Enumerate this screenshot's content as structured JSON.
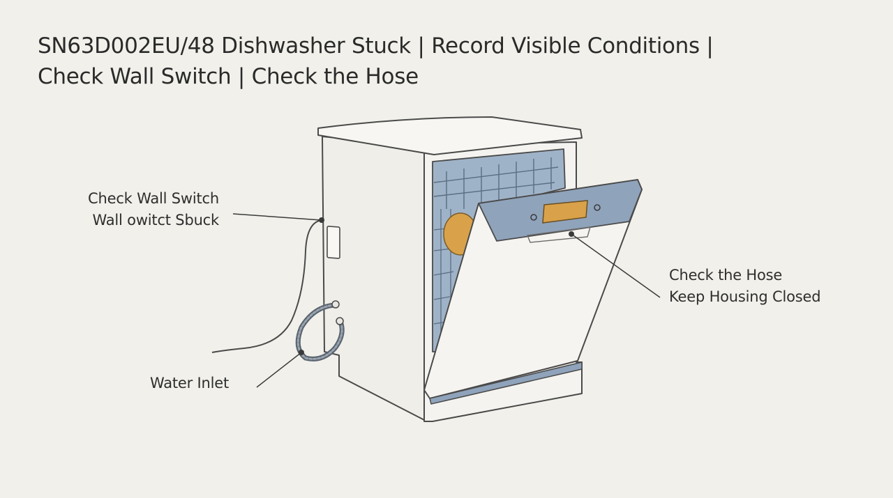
{
  "title": {
    "line1": "SN63D002EU/48 Dishwasher Stuck | Record Visible Conditions |",
    "line2": "Check Wall Switch | Check the Hose"
  },
  "callouts": {
    "wall_switch": {
      "line1": "Check Wall Switch",
      "line2": "Wall owitct Sbuck"
    },
    "hose": {
      "line1": "Check the Hose",
      "line2": "Keep Housing Closed"
    },
    "water_inlet": {
      "line1": "Water Inlet"
    }
  },
  "colors": {
    "background": "#f1f0ea",
    "outline": "#4a4a4a",
    "panel_blue": "#8fa3bb",
    "display_orange": "#d9a24a",
    "cabinet": "#f4f3ef"
  }
}
